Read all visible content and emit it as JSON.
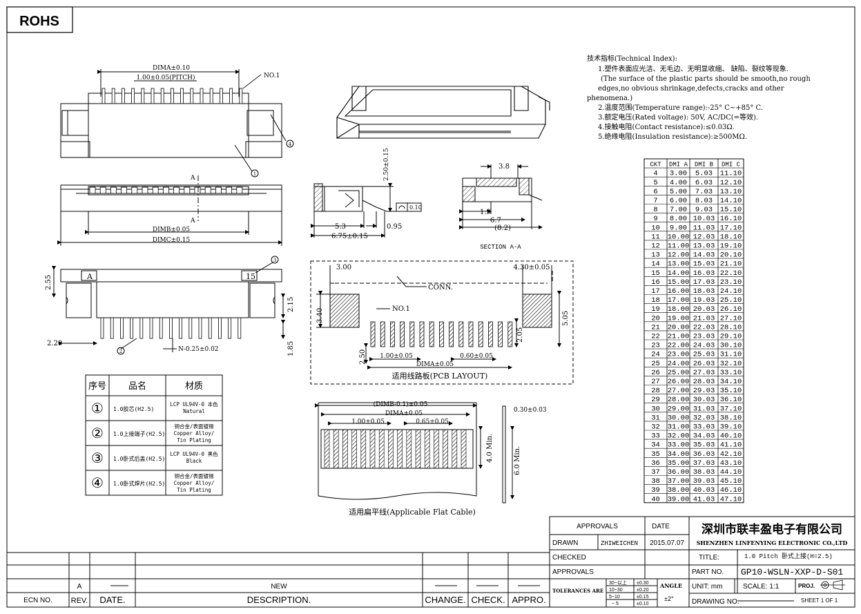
{
  "rohs": "ROHS",
  "tech": {
    "title": "技术指标(Technical Index):",
    "lines": [
      "1.塑件表面应光洁、无毛边、无明显收缩、 缺陷、裂纹等现象.",
      "(The surface of the plastic parts should be smooth,no rough",
      "edges,no obvious shrinkage,defects,cracks and other",
      "phenomena.)",
      "2.温度范围(Temperature range):-25° C~+85° C.",
      "3.额定电压(Rated voltage): 50V, AC/DC(=等效).",
      "4.接触电阻(Contact resistance):≤0.03Ω.",
      "5.绝缘电阻(Insulation resistance):≥500MΩ."
    ]
  },
  "ckt_table": {
    "headers": [
      "CKT",
      "DMI A",
      "DMI B",
      "DMI C"
    ],
    "rows": [
      [
        "4",
        "3.00",
        "5.03",
        "11.10"
      ],
      [
        "5",
        "4.00",
        "6.03",
        "12.10"
      ],
      [
        "6",
        "5.00",
        "7.03",
        "13.10"
      ],
      [
        "7",
        "6.00",
        "8.03",
        "14.10"
      ],
      [
        "8",
        "7.00",
        "9.03",
        "15.10"
      ],
      [
        "9",
        "8.00",
        "10.03",
        "16.10"
      ],
      [
        "10",
        "9.00",
        "11.03",
        "17.10"
      ],
      [
        "11",
        "10.00",
        "12.03",
        "18.10"
      ],
      [
        "12",
        "11.00",
        "13.03",
        "19.10"
      ],
      [
        "13",
        "12.00",
        "14.03",
        "20.10"
      ],
      [
        "14",
        "13.00",
        "15.03",
        "21.10"
      ],
      [
        "15",
        "14.00",
        "16.03",
        "22.10"
      ],
      [
        "16",
        "15.00",
        "17.03",
        "23.10"
      ],
      [
        "17",
        "16.00",
        "18.03",
        "24.10"
      ],
      [
        "18",
        "17.00",
        "19.03",
        "25.10"
      ],
      [
        "19",
        "18.00",
        "20.03",
        "26.10"
      ],
      [
        "20",
        "19.00",
        "21.03",
        "27.10"
      ],
      [
        "21",
        "20.00",
        "22.03",
        "28.10"
      ],
      [
        "22",
        "21.00",
        "23.03",
        "29.10"
      ],
      [
        "23",
        "22.00",
        "24.03",
        "30.10"
      ],
      [
        "24",
        "23.00",
        "25.03",
        "31.10"
      ],
      [
        "25",
        "24.00",
        "26.03",
        "32.10"
      ],
      [
        "26",
        "25.00",
        "27.03",
        "33.10"
      ],
      [
        "27",
        "26.00",
        "28.03",
        "34.10"
      ],
      [
        "28",
        "27.00",
        "29.03",
        "35.10"
      ],
      [
        "29",
        "28.00",
        "30.03",
        "36.10"
      ],
      [
        "30",
        "29.00",
        "31.03",
        "37.10"
      ],
      [
        "31",
        "30.00",
        "32.03",
        "38.10"
      ],
      [
        "32",
        "31.00",
        "33.03",
        "39.10"
      ],
      [
        "33",
        "32.00",
        "34.03",
        "40.10"
      ],
      [
        "34",
        "33.00",
        "35.03",
        "41.10"
      ],
      [
        "35",
        "34.00",
        "36.03",
        "42.10"
      ],
      [
        "36",
        "35.00",
        "37.03",
        "43.10"
      ],
      [
        "37",
        "36.00",
        "38.03",
        "44.10"
      ],
      [
        "38",
        "37.00",
        "39.03",
        "45.10"
      ],
      [
        "39",
        "38.00",
        "40.03",
        "46.10"
      ],
      [
        "40",
        "39.00",
        "41.03",
        "47.10"
      ]
    ]
  },
  "bom": {
    "headers": [
      "序号",
      "品名",
      "材质"
    ],
    "rows": [
      {
        "no": "①",
        "name": "1.0胶芯(H2.5)",
        "mat": [
          "LCP UL94V-0 本色",
          "Natural"
        ]
      },
      {
        "no": "②",
        "name": "1.0上接端子(H2.5)",
        "mat": [
          "铜合金/表面镀锡",
          "Copper Alloy/",
          "Tin Plating"
        ]
      },
      {
        "no": "③",
        "name": "1.0卧式后盖(H2.5)",
        "mat": [
          "LCP UL94V-0 黑色",
          "Black"
        ]
      },
      {
        "no": "④",
        "name": "1.0卧式焊片(H2.5)",
        "mat": [
          "铜合金/表面镀锡",
          "Copper Alloy/",
          "Tin Plating"
        ]
      }
    ]
  },
  "dims": {
    "top_dima": "DIMA±0.10",
    "top_pitch": "1.00±0.05(PITCH)",
    "no1": "NO.1",
    "circle1": "1",
    "circle2": "2",
    "circle3": "3",
    "circle4": "4",
    "dimb": "DIMB±0.05",
    "dimc": "DIMC±0.15",
    "sec_a": "A",
    "side_h": "2.50±0.15",
    "side_53": "5.3",
    "side_095": "0.95",
    "side_675": "6.75±0.15",
    "flat": "0.10",
    "sa_38": "3.8",
    "sa_19": "1.9",
    "sa_67": "6.7",
    "sa_82": "(8.2)",
    "section_label": "SECTION A-A",
    "front_255": "2.55",
    "front_215": "2.15",
    "front_220": "2.20",
    "front_185": "1.85",
    "front_n": "N-0.25±0.02",
    "front_a": "A",
    "front_15": "15",
    "pcb_300": "3.00",
    "pcb_430": "4.30±0.05",
    "pcb_conn": "CONN.",
    "pcb_no1": "NO.1",
    "pcb_340": "3.40",
    "pcb_505": "5.05",
    "pcb_205": "2.05",
    "pcb_250": "2.50",
    "pcb_100": "1.00±0.05",
    "pcb_060": "0.60±0.05",
    "pcb_dima": "DIMA±0.05",
    "pcb_caption": "适用线路板(PCB LAYOUT)",
    "fc_dimb": "(DIMB-0.1)±0.05",
    "fc_dima": "DIMA±0.05",
    "fc_100": "1.00±0.05",
    "fc_065": "0.65±0.05",
    "fc_030": "0.30±0.03",
    "fc_40": "4.0 Min.",
    "fc_60": "6.0 Min.",
    "fc_caption": "适用扁平线(Applicable Flat Cable)"
  },
  "title_block": {
    "approvals_hdr": "APPROVALS",
    "date_hdr": "DATE",
    "drawn": "DRAWN",
    "drawn_by": "ZHIWEICHEN",
    "drawn_date": "2015.07.07",
    "checked": "CHECKED",
    "approvals": "APPROVALS",
    "tolerances": "TOLERANCES ARE",
    "tol_rows": [
      [
        "30~以上",
        "±0.30"
      ],
      [
        "10~30",
        "±0.20"
      ],
      [
        "5~10",
        "±0.15"
      ],
      [
        "~ 5",
        "±0.10"
      ]
    ],
    "angle": "ANGLE",
    "angle_val": "±2°",
    "company_cn": "深圳市联丰盈电子有限公司",
    "company_en": "SHENZHEN LINFENYING ELECTRONIC CO.,LTD",
    "title_label": "TITLE:",
    "title_val": "1.0 Pitch 卧式上接(H=2.5)",
    "part_label": "PART NO.",
    "part_val": "GP10-WSLN-XXP-D-S01",
    "unit": "UNIT: mm",
    "scale": "SCALE: 1:1",
    "proj": "PROJ.",
    "drawing_no": "DRAWING NO.",
    "sheet": "SHEET 1 OF 1"
  },
  "revision": {
    "rev": "A",
    "desc": "NEW",
    "labels": [
      "ECN NO.",
      "REV.",
      "DATE.",
      "DESCRIPTION.",
      "CHANGE.",
      "CHECK.",
      "APPRO."
    ]
  }
}
